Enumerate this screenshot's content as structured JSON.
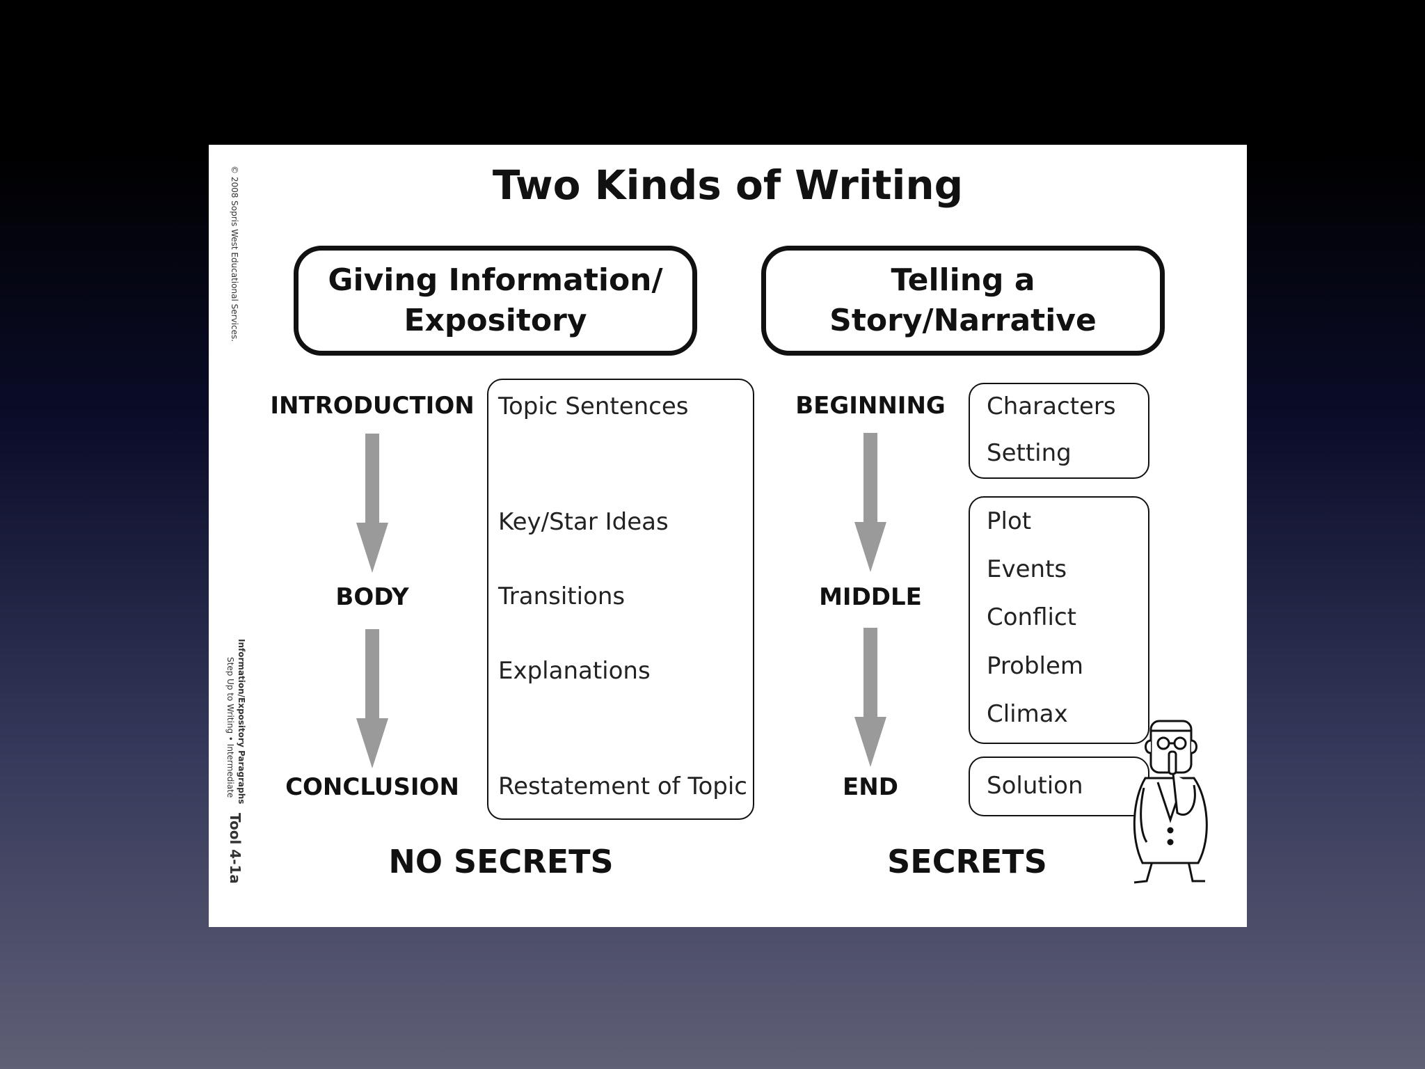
{
  "title": "Two Kinds of Writing",
  "left": {
    "heading_line1": "Giving Information/",
    "heading_line2": "Expository",
    "stages": [
      "INTRODUCTION",
      "BODY",
      "CONCLUSION"
    ],
    "items": [
      "Topic Sentences",
      "Key/Star Ideas",
      "Transitions",
      "Explanations",
      "Restatement of Topic"
    ],
    "footer": "NO SECRETS"
  },
  "right": {
    "heading_line1": "Telling a",
    "heading_line2": "Story/Narrative",
    "stages": [
      "BEGINNING",
      "MIDDLE",
      "END"
    ],
    "box1_items": [
      "Characters",
      "Setting"
    ],
    "box2_items": [
      "Plot",
      "Events",
      "Conflict",
      "Problem",
      "Climax"
    ],
    "box3_items": [
      "Solution"
    ],
    "footer": "SECRETS"
  },
  "margin": {
    "copyright": "© 2008 Sopris West Educational Services.",
    "book_title": "Information/Expository Paragraphs",
    "book_subtitle": "Step Up to Writing • Intermediate",
    "tool": "Tool 4-1a"
  },
  "colors": {
    "arrow": "#9a9a9a",
    "ink": "#111111"
  }
}
